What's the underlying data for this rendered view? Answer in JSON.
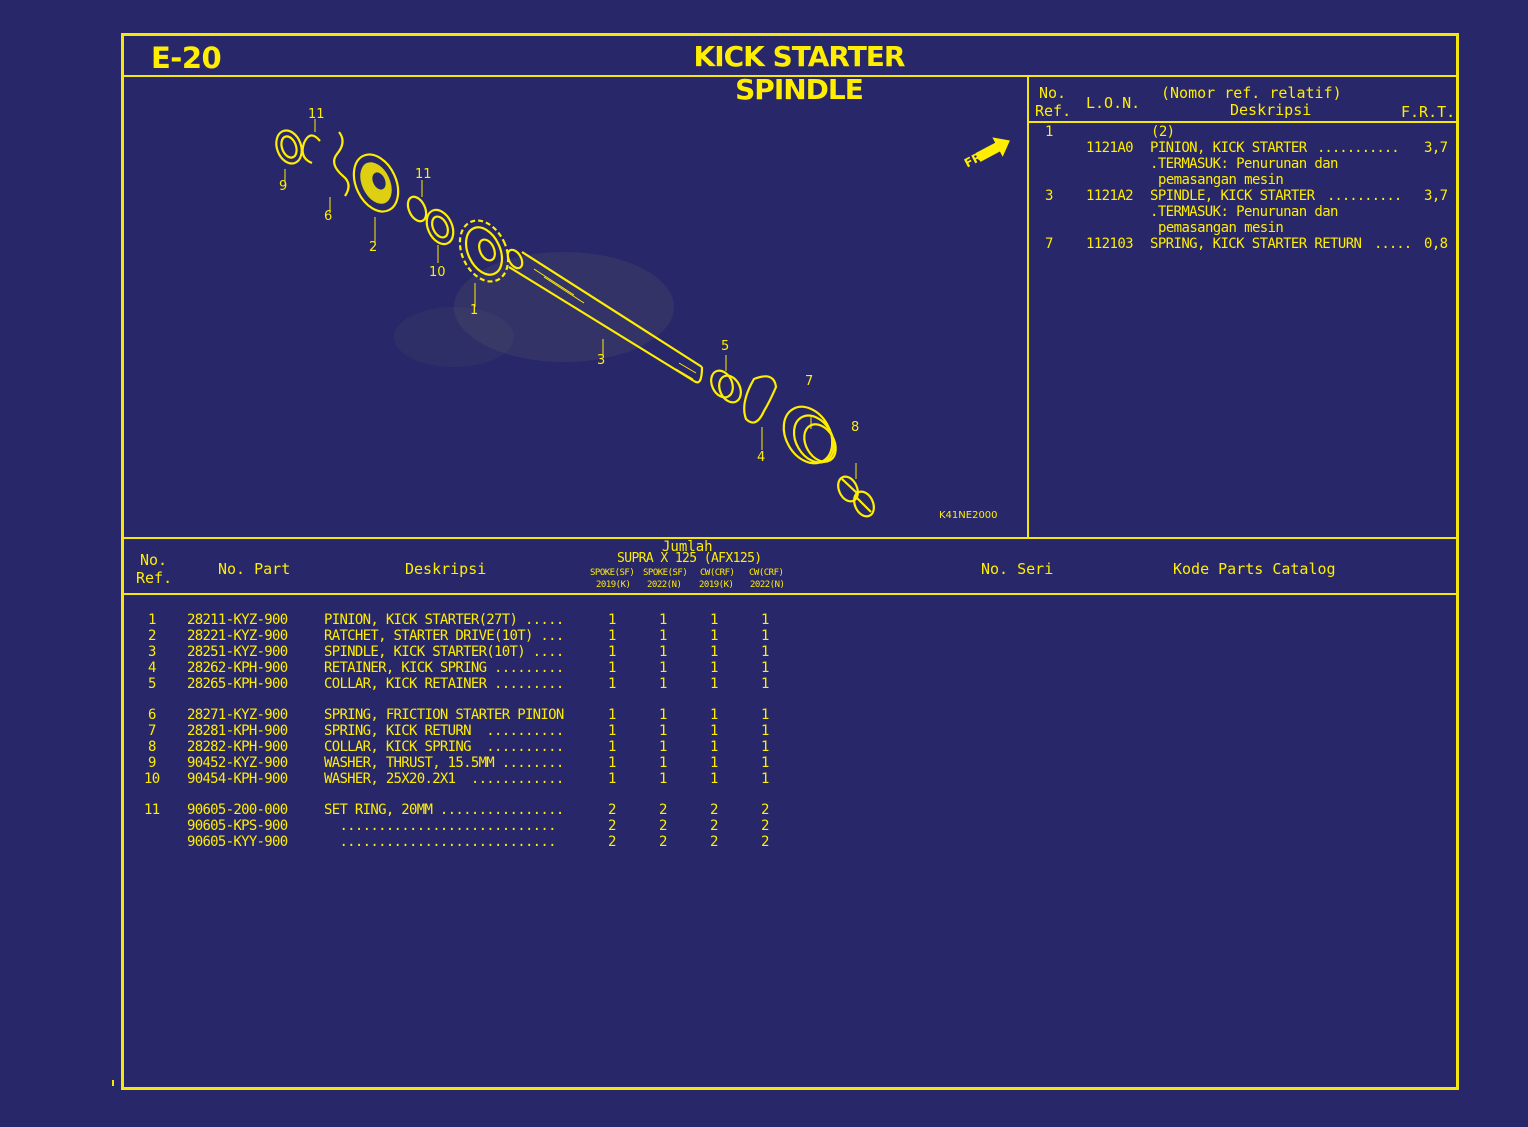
{
  "header": {
    "code": "E-20",
    "title": "KICK STARTER SPINDLE"
  },
  "diagram": {
    "fr_label": "FR.",
    "image_code": "K41NE2000",
    "callouts": [
      "11",
      "9",
      "6",
      "2",
      "11",
      "10",
      "1",
      "3",
      "5",
      "7",
      "4",
      "8"
    ]
  },
  "ref_panel": {
    "head": {
      "no": "No.",
      "ref": "Ref.",
      "lon": "L.O.N.",
      "relatif": "(Nomor ref. relatif)",
      "desc": "Deskripsi",
      "frt": "F.R.T."
    },
    "rows": [
      {
        "ref": "1",
        "lon": "1121A0",
        "pre": "(2)",
        "desc": "PINION, KICK STARTER",
        "dots": "...........",
        "frt": "3,7",
        "note1": ".TERMASUK: Penurunan dan",
        "note2": "pemasangan mesin"
      },
      {
        "ref": "3",
        "lon": "1121A2",
        "pre": "",
        "desc": "SPINDLE, KICK STARTER",
        "dots": "..........",
        "frt": "3,7",
        "note1": ".TERMASUK: Penurunan dan",
        "note2": "pemasangan mesin"
      },
      {
        "ref": "7",
        "lon": "112103",
        "pre": "",
        "desc": "SPRING, KICK STARTER RETURN",
        "dots": ".....",
        "frt": "0,8",
        "note1": "",
        "note2": ""
      }
    ]
  },
  "table": {
    "head": {
      "no": "No.",
      "ref": "Ref.",
      "part": "No. Part",
      "desc": "Deskripsi",
      "jumlah": "Jumlah",
      "model": "SUPRA X 125 (AFX125)",
      "variants": [
        "SPOKE(SF)",
        "SPOKE(SF)",
        "CW(CRF)",
        "CW(CRF)"
      ],
      "years": [
        "2019(K)",
        "2022(N)",
        "2019(K)",
        "2022(N)"
      ],
      "seri": "No. Seri",
      "kode": "Kode Parts Catalog"
    },
    "rows": [
      {
        "ref": "1",
        "part": "28211-KYZ-900",
        "desc": "PINION, KICK STARTER(27T) .....",
        "q": [
          "1",
          "1",
          "1",
          "1"
        ]
      },
      {
        "ref": "2",
        "part": "28221-KYZ-900",
        "desc": "RATCHET, STARTER DRIVE(10T) ...",
        "q": [
          "1",
          "1",
          "1",
          "1"
        ]
      },
      {
        "ref": "3",
        "part": "28251-KYZ-900",
        "desc": "SPINDLE, KICK STARTER(10T) ....",
        "q": [
          "1",
          "1",
          "1",
          "1"
        ]
      },
      {
        "ref": "4",
        "part": "28262-KPH-900",
        "desc": "RETAINER, KICK SPRING .........",
        "q": [
          "1",
          "1",
          "1",
          "1"
        ]
      },
      {
        "ref": "5",
        "part": "28265-KPH-900",
        "desc": "COLLAR, KICK RETAINER .........",
        "q": [
          "1",
          "1",
          "1",
          "1"
        ]
      },
      {
        "ref": "6",
        "part": "28271-KYZ-900",
        "desc": "SPRING, FRICTION STARTER PINION",
        "q": [
          "1",
          "1",
          "1",
          "1"
        ]
      },
      {
        "ref": "7",
        "part": "28281-KPH-900",
        "desc": "SPRING, KICK RETURN  ..........",
        "q": [
          "1",
          "1",
          "1",
          "1"
        ]
      },
      {
        "ref": "8",
        "part": "28282-KPH-900",
        "desc": "COLLAR, KICK SPRING  ..........",
        "q": [
          "1",
          "1",
          "1",
          "1"
        ]
      },
      {
        "ref": "9",
        "part": "90452-KYZ-900",
        "desc": "WASHER, THRUST, 15.5MM ........",
        "q": [
          "1",
          "1",
          "1",
          "1"
        ]
      },
      {
        "ref": "10",
        "part": "90454-KPH-900",
        "desc": "WASHER, 25X20.2X1  ............",
        "q": [
          "1",
          "1",
          "1",
          "1"
        ]
      },
      {
        "ref": "11",
        "part": "90605-200-000",
        "desc": "SET RING, 20MM ................",
        "q": [
          "2",
          "2",
          "2",
          "2"
        ]
      },
      {
        "ref": "",
        "part": "90605-KPS-900",
        "desc": "  ............................",
        "q": [
          "2",
          "2",
          "2",
          "2"
        ]
      },
      {
        "ref": "",
        "part": "90605-KYY-900",
        "desc": "  ............................",
        "q": [
          "2",
          "2",
          "2",
          "2"
        ]
      }
    ]
  },
  "colors": {
    "background": "#27276a",
    "ink": "#ffee00"
  }
}
